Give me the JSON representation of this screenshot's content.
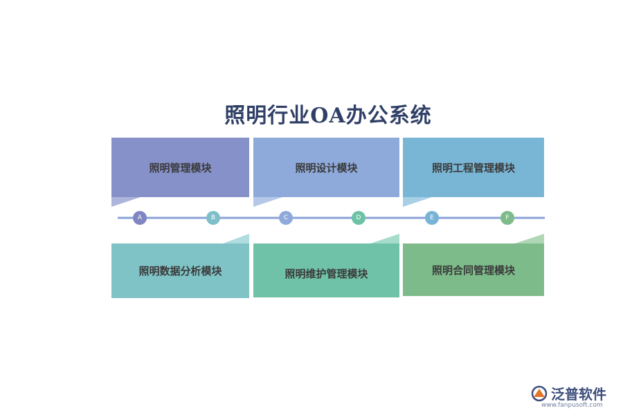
{
  "title": "照明行业OA办公系统",
  "modules": {
    "top": [
      {
        "label": "照明管理模块",
        "color": "#8591c8"
      },
      {
        "label": "照明设计模块",
        "color": "#8eaadb"
      },
      {
        "label": "照明工程管理模块",
        "color": "#79b6d6"
      }
    ],
    "bottom": [
      {
        "label": "照明数据分析模块",
        "color": "#7fc3c7"
      },
      {
        "label": "照明维护管理模块",
        "color": "#6fc2a7"
      },
      {
        "label": "照明合同管理模块",
        "color": "#7ebb8a"
      }
    ]
  },
  "timeline": {
    "line_color": "#8aa0d8",
    "nodes": [
      {
        "label": "A",
        "color": "#7f86c2"
      },
      {
        "label": "B",
        "color": "#7fbfc9"
      },
      {
        "label": "C",
        "color": "#8eaadb"
      },
      {
        "label": "D",
        "color": "#6dc2a5"
      },
      {
        "label": "E",
        "color": "#77b3d6"
      },
      {
        "label": "F",
        "color": "#7ebb8a"
      }
    ]
  },
  "logo": {
    "name": "泛普软件",
    "url": "www.fanpusoft.com",
    "icon": "fanpu-logo-icon"
  }
}
